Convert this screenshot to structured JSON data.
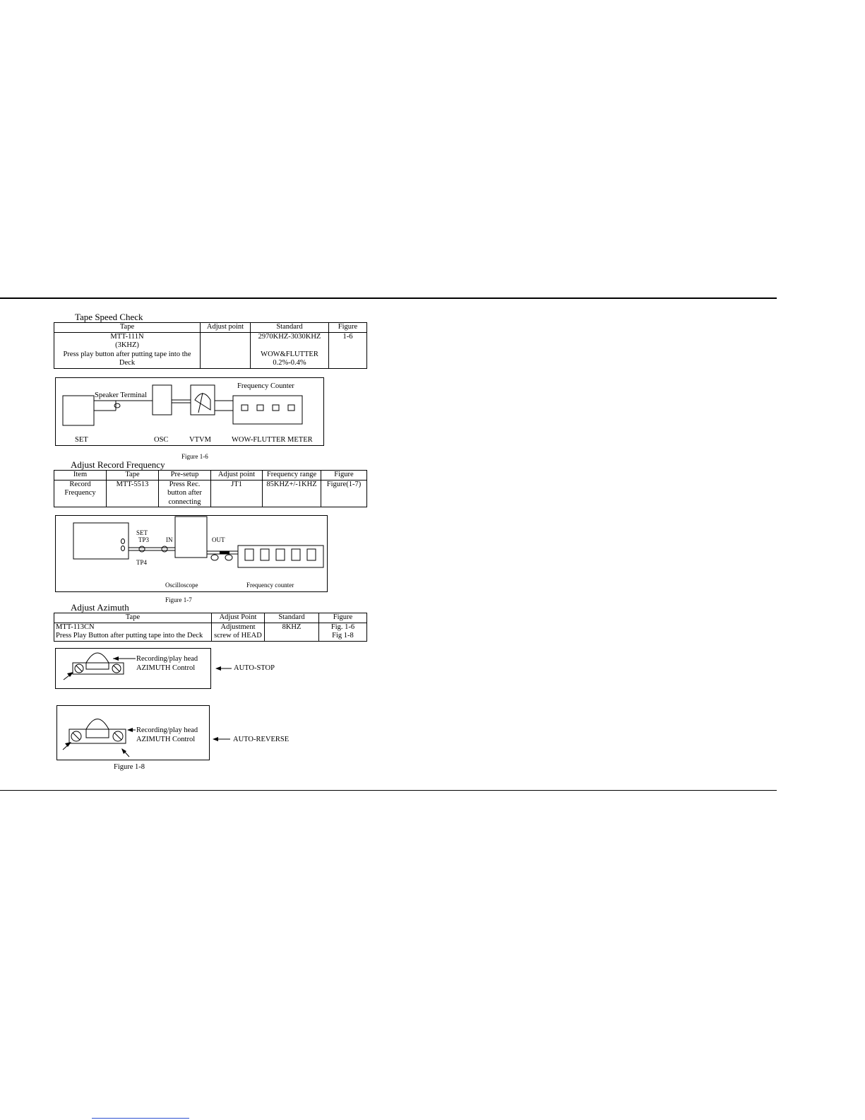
{
  "tape_speed": {
    "title": "Tape Speed Check",
    "headers": [
      "Tape",
      "Adjust point",
      "Standard",
      "Figure"
    ],
    "row": {
      "tape": "MTT-111N\n(3KHZ)\nPress play button after putting tape into the\nDeck",
      "adjust_point": "",
      "standard": "2970KHZ-3030KHZ\n\nWOW&FLUTTER\n0.2%-0.4%",
      "figure": "1-6"
    }
  },
  "fig_1_6": {
    "caption": "Figure 1-6",
    "labels": {
      "speaker_terminal": "Speaker Terminal",
      "frequency_counter": "Frequency Counter",
      "set": "SET",
      "osc": "OSC",
      "vtvm": "VTVM",
      "wow_flutter": "WOW-FLUTTER METER"
    }
  },
  "record_freq": {
    "title": "Adjust Record Frequency",
    "headers": [
      "Item",
      "Tape",
      "Pre-setup",
      "Adjust point",
      "Frequency range",
      "Figure"
    ],
    "row": {
      "item": "Record\nFrequency",
      "tape": "MTT-5513",
      "presetup": "Press Rec.\nbutton after\nconnecting",
      "adjust_point": "JT1",
      "freq_range": "85KHZ+/-1KHZ",
      "figure": "Figure(1-7)"
    }
  },
  "fig_1_7": {
    "caption": "Figure 1-7",
    "labels": {
      "set": "SET",
      "tp3": "TP3",
      "in": "IN",
      "out": "OUT",
      "tp4": "TP4",
      "oscilloscope": "Oscilloscope",
      "frequency_counter": "Frequency counter"
    }
  },
  "azimuth": {
    "title": "Adjust Azimuth",
    "headers": [
      "Tape",
      "Adjust Point",
      "Standard",
      "Figure"
    ],
    "row": {
      "tape": "MTT-113CN\nPress Play Button after putting tape into the Deck",
      "adjust_point": "Adjustment\nscrew of HEAD",
      "standard": "8KHZ",
      "figure": "Fig. 1-6\nFig 1-8"
    }
  },
  "fig_1_8": {
    "caption": "Figure 1-8",
    "head_label": "Recording/play head",
    "azimuth_label": "AZIMUTH Control",
    "auto_stop": "AUTO-STOP",
    "auto_reverse": "AUTO-REVERSE"
  }
}
